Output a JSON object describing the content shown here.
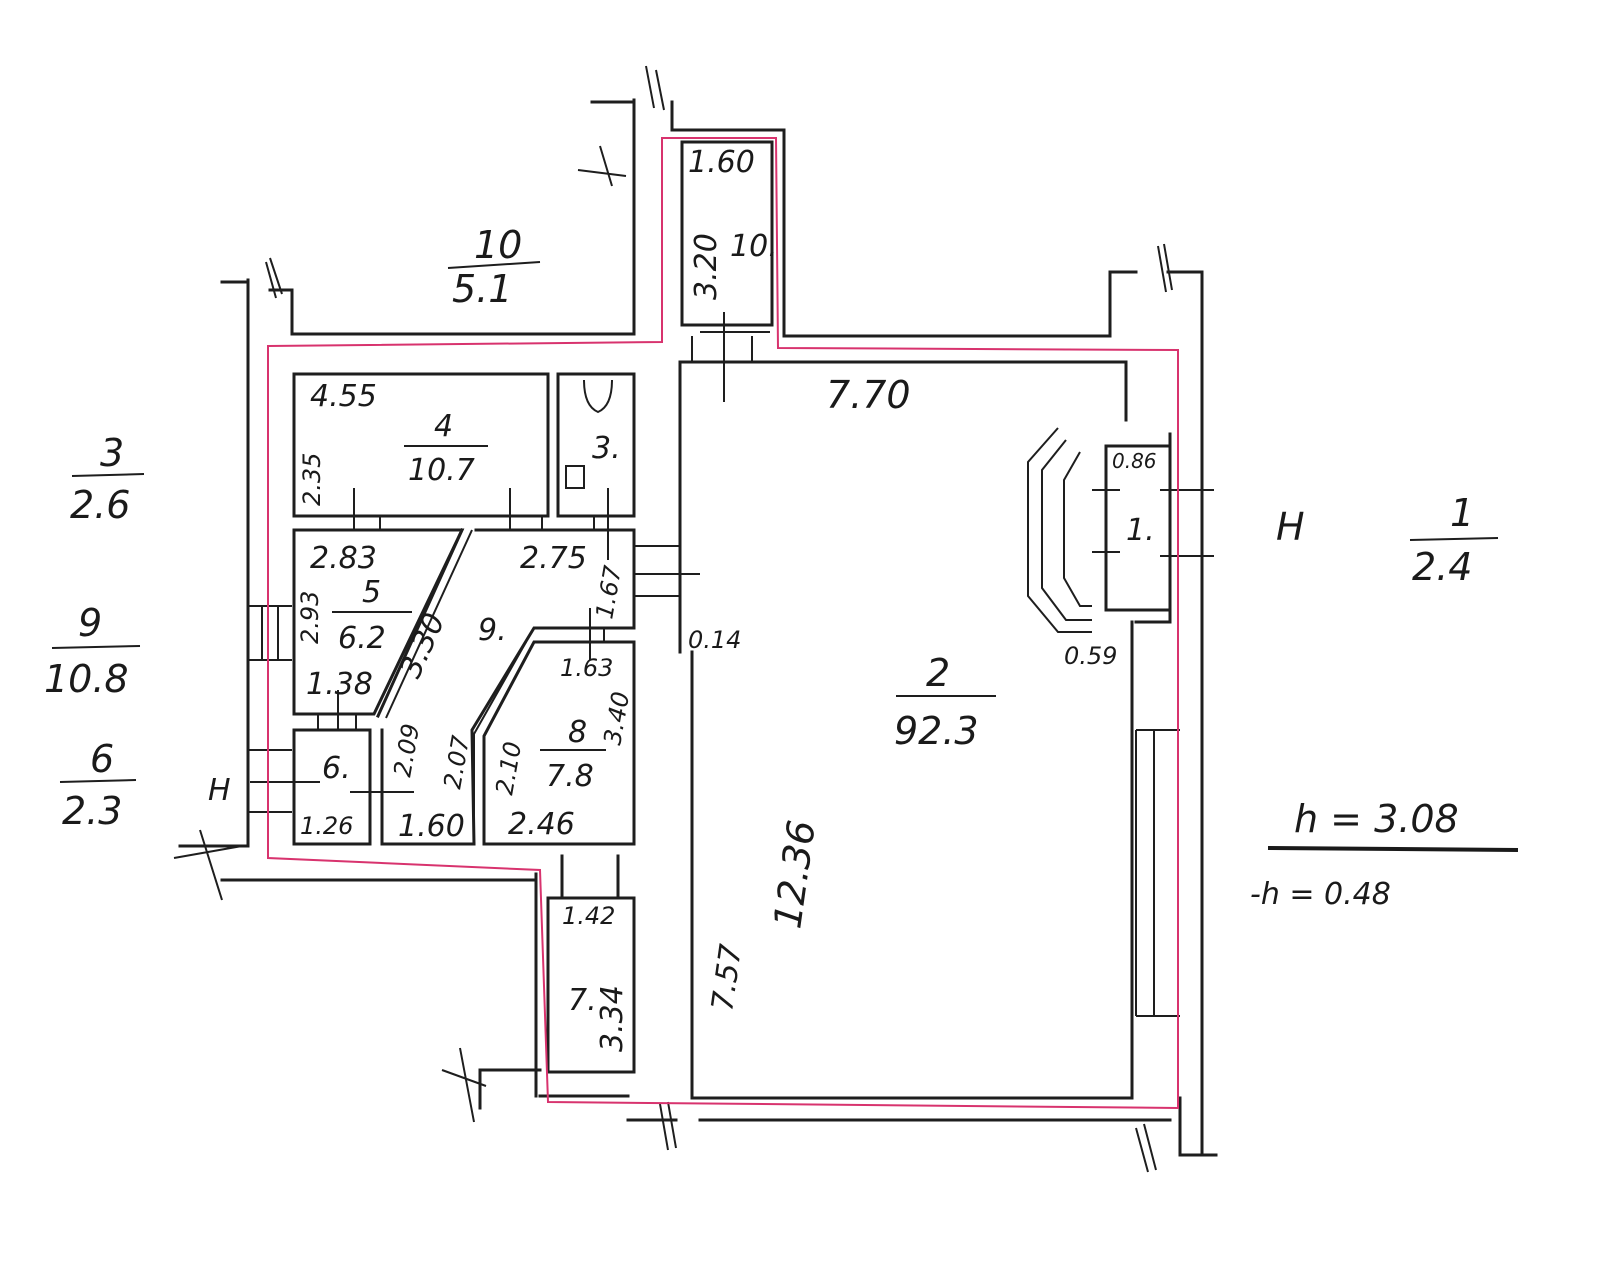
{
  "labels": {
    "room10_num": "10",
    "room10_area": "5.1",
    "room10_len": "1.60",
    "room10_wid": "3.20",
    "room10_mark": "10.",
    "room4_len": "4.55",
    "room4_num": "4",
    "room4_area": "10.7",
    "room4_wid": "2.35",
    "room3_mark": "3.",
    "room3_num": "3",
    "room3_area": "2.6",
    "room5_len": "2.83",
    "room5_num": "5",
    "room5_area": "6.2",
    "room5_wid": "2.93",
    "room5_bottom": "1.38",
    "room9_top": "2.75",
    "room9_mark": "9.",
    "room9_side": "1.67",
    "room9_diag": "3.30",
    "room9_num": "9",
    "room9_area": "10.8",
    "room8_len": "1.63",
    "room8_num": "8",
    "room8_area": "7.8",
    "room8_wid": "3.40",
    "room8_bottom": "2.46",
    "room8_side": "2.10",
    "room6_mark": "6.",
    "room6_num": "6",
    "room6_area": "2.3",
    "room6_bottom": "1.26",
    "room6_side": "2.09",
    "mid_len": "2.07",
    "mid_bottom": "1.60",
    "room7_len": "1.42",
    "room7_wid": "3.34",
    "room7_mark": "7.",
    "room2_top": "7.70",
    "room2_num": "2",
    "room2_area": "92.3",
    "room2_long": "12.36",
    "room2_side": "7.57",
    "room2_gap": "0.14",
    "room1_top": "0.86",
    "room1_mark": "1.",
    "room1_bottom": "0.59",
    "room1_num": "1",
    "room1_area": "2.4",
    "n_marker_right": "Н",
    "n_marker_left": "Н",
    "height_main": "h = 3.08",
    "height_sub": "-h = 0.48"
  }
}
